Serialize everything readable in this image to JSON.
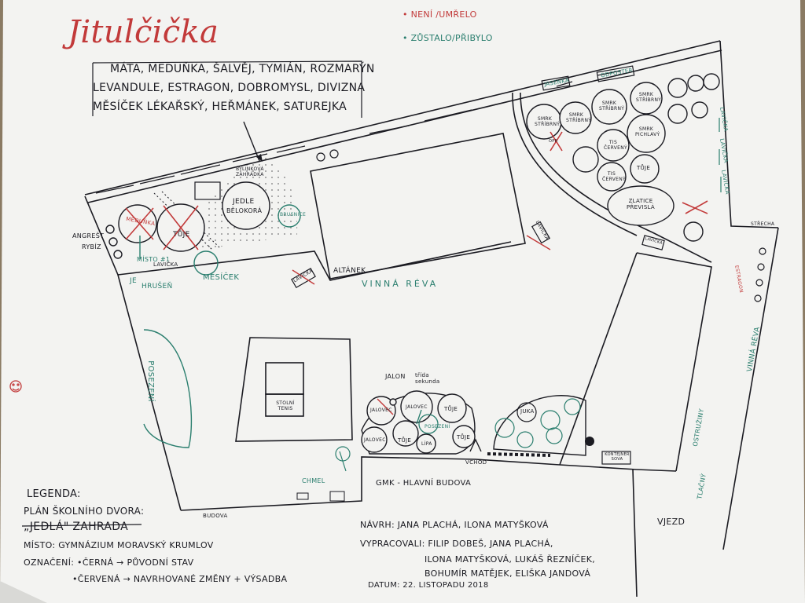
{
  "title": "Jitulčička",
  "legend_status": {
    "missing": "• NENÍ /UMŘELO",
    "remained": "• ZŮSTALO/PŘIBYLO"
  },
  "herbs": {
    "line1": "MÁTA, MEDUŇKA, ŠALVĚJ, TYMIÁN, ROZMARÝN",
    "line2": "LEVANDULE, ESTRAGON, DOBROMYSL, DIVIZNA",
    "line3": "MĚSÍČEK LÉKAŘSKÝ, HEŘMÁNEK, SATUREJKA"
  },
  "labels": {
    "angrest": "ANGREŠT",
    "rybiz": "RYBÍZ",
    "meduňka": "MEDUŇKA",
    "tuse_left": "TŮJE",
    "jedle": "JEDLE",
    "belokora": "BĚLOKORÁ",
    "byl_zahr": "BYLINKOVÁ ZAHRÁDKA",
    "brusnice": "BRUSNICE",
    "hruseh": "HRUŠEŇ",
    "je": "JE",
    "mesicek": "MĚSÍČEK",
    "miloval": "MÍSTO #1",
    "lavicka_left": "LAVIČKA",
    "altanek": "ALTÁNEK",
    "vinna_reva": "VINNÁ RÉVA",
    "lavicka_mid": "LAVIČKA",
    "lavicka_right": "LAVIČKA",
    "posezeni": "POSEZENÍ",
    "stolni_tenis": "STOLNÍ TENIS",
    "jalovec1": "JALOVEC",
    "jalovec2": "JALOVEC",
    "jalovec3": "JALOVEC",
    "jalon": "JALON",
    "trida_ekun": "třída sekunda",
    "tuse_mid1": "TŮJE",
    "tuse_mid2": "TŮJE",
    "tuse_mid3": "TŮJE",
    "lipa": "LÍPA",
    "posezeni2": "POSEZENÍ",
    "vchod": "VCHOD",
    "gmk": "GMK - HLAVNÍ BUDOVA",
    "chmel": "CHMEL",
    "juka": "JUKA",
    "kontejner": "KONTEJNER SOVA",
    "vjezd": "VJEZD",
    "budova": "BUDOVA",
    "jasenka": "JASENKA",
    "odposter": "ODPOSTER",
    "smrk1": "SMRK STŘÍBRNÝ",
    "smrk2": "SMRK STŘÍBRNÝ",
    "smrk3": "SMRK STŘÍBRNÝ",
    "smrk4": "SMRK STŘÍBRNÝ",
    "smrk5": "SMRK PICHLAVÝ",
    "tis_cerveny1": "TIS ČERVENÝ",
    "tis_cerveny2": "TIS ČERVENÝ",
    "tuje_right": "TŮJE",
    "zlatice": "ZLATICE PŘEVISLÁ",
    "lavicka_r1": "LAVIČKA",
    "lavicka_r2": "LAVIČKA",
    "lavicka_r3": "LAVIČKA",
    "strecha": "STŘECHA",
    "stresar": "ESTRAGON",
    "vinna_reva_r": "VINNÁ RÉVA",
    "tlacny": "TLAČNÝ",
    "ostruziny": "OSTRUŽINY",
    "opr": "OPR",
    "kaskr": "LAVIČKA"
  },
  "legend": {
    "header": "LEGENDA:",
    "plan": "PLÁN ŠKOLNÍHO DVORA:",
    "edible": "„JEDLÁ\" ZAHRADA",
    "place": "MÍSTO: GYMNÁZIUM MORAVSKÝ KRUMLOV",
    "marking_black": "OZNAČENÍ: •ČERNÁ → PŮVODNÍ STAV",
    "marking_red": "•ČERVENÁ → NAVRHOVANÉ ZMĚNY + VÝSADBA"
  },
  "credits": {
    "design": "NÁVRH: JANA PLACHÁ, ILONA MATYŠKOVÁ",
    "worked1": "VYPRACOVALI: FILIP DOBEŠ, JANA PLACHÁ,",
    "worked2": "ILONA MATYŠKOVÁ, LUKÁŠ ŘEZNÍČEK,",
    "worked3": "BOHUMÍR MATĚJEK, ELIŠKA JANDOVÁ",
    "date": "DATUM: 22. LISTOPADU 2018"
  },
  "colors": {
    "ink": "#1b1b22",
    "red": "#c23a3a",
    "green": "#2a7e6e"
  }
}
